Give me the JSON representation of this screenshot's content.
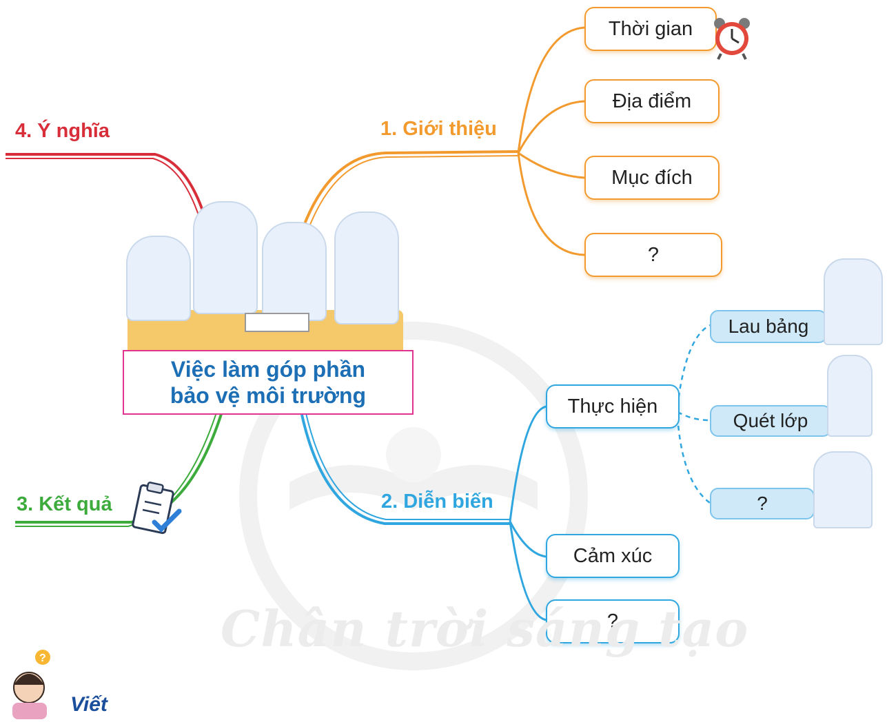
{
  "center": {
    "line1": "Việc làm góp phần",
    "line2": "bảo vệ môi trường"
  },
  "branches": {
    "intro": {
      "label": "1. Giới thiệu",
      "color": "#f39a2e"
    },
    "progress": {
      "label": "2. Diễn biến",
      "color": "#2fa6df"
    },
    "result": {
      "label": "3. Kết quả",
      "color": "#3cab3c"
    },
    "meaning": {
      "label": "4. Ý nghĩa",
      "color": "#d72e3a"
    }
  },
  "intro_items": {
    "time": "Thời gian",
    "place": "Địa điểm",
    "purpose": "Mục đích",
    "unknown": "?"
  },
  "progress_items": {
    "perform": "Thực hiện",
    "feelings": "Cảm xúc",
    "unknown": "?"
  },
  "perform_items": {
    "wipe_board": "Lau bảng",
    "sweep_class": "Quét lớp",
    "unknown": "?"
  },
  "footer": {
    "label": "Viết"
  },
  "watermark": "Chân trời sáng tạo",
  "icons": [
    "alarm-clock-icon",
    "clipboard-check-icon",
    "thinking-girl-icon"
  ]
}
